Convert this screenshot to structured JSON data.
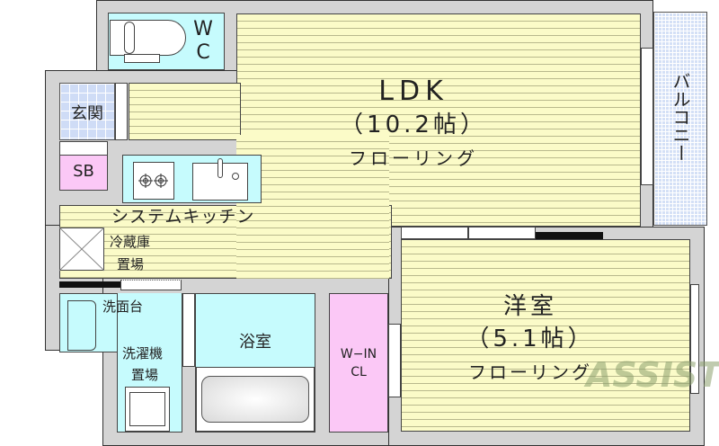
{
  "plan": {
    "rooms": {
      "ldk": {
        "name": "LDK",
        "size": "（10.2帖）",
        "floor": "フローリング"
      },
      "western_room": {
        "name": "洋室",
        "size": "（5.1帖）",
        "floor": "フローリング"
      },
      "wc": {
        "line1": "W",
        "line2": "C"
      },
      "entrance": {
        "name": "玄関"
      },
      "shoe_box": {
        "name": "SB"
      },
      "kitchen": {
        "name": "システムキッチン"
      },
      "fridge": {
        "line1": "冷蔵庫",
        "line2": "置場"
      },
      "vanity": {
        "name": "洗面台"
      },
      "washer": {
        "line1": "洗濯機",
        "line2": "置場"
      },
      "bathroom": {
        "name": "浴室"
      },
      "walk_in_closet": {
        "line1": "W−IN",
        "line2": "CL"
      },
      "balcony": {
        "name": "バルコニー"
      }
    },
    "watermark": "ASSIST",
    "colors": {
      "wall": "#d4d4d4",
      "flooring": "#fbfbc8",
      "wet_area": "#c6fbfd",
      "storage": "#fbc8f6",
      "entrance_tile": "#cfdcf6",
      "balcony": "#d4e0f6"
    }
  }
}
